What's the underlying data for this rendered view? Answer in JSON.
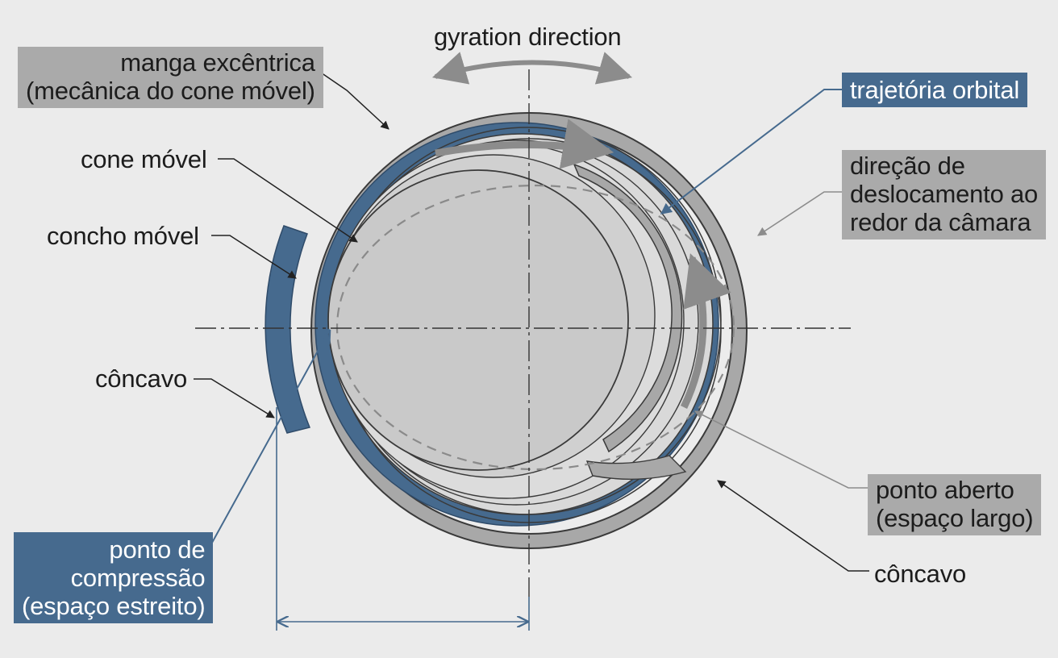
{
  "labels": {
    "gyration_direction": "gyration direction",
    "manga_excentrica": "manga excêntrica\n(mecânica do cone móvel)",
    "cone_movel": "cone móvel",
    "concho_movel": "concho móvel",
    "concavo_left": "côncavo",
    "ponto_compressao": "ponto de\ncompressão\n(espaço estreito)",
    "trajetoria_orbital": "trajetória orbital",
    "direcao_deslocamento": "direção de\ndeslocamento ao\nredor da câmara",
    "ponto_aberto": "ponto aberto\n(espaço largo)",
    "concavo_right": "côncavo"
  },
  "colors": {
    "background": "#ebebeb",
    "ring_gray": "#a8a8a8",
    "ring_light": "#d6d6d6",
    "accent_blue": "#466a8e",
    "label_box_gray": "#aaaaaa",
    "outline": "#3a3a3a"
  }
}
